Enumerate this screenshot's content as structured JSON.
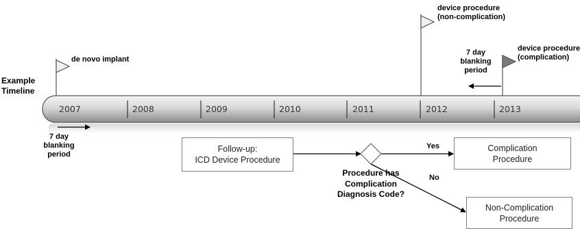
{
  "timeline_label": [
    "Example",
    "Timeline"
  ],
  "years": [
    "2007",
    "2008",
    "2009",
    "2010",
    "2011",
    "2012",
    "2013"
  ],
  "flags": {
    "de_novo": "de novo implant",
    "noncomp": [
      "device procedure",
      "(non-complication)"
    ],
    "comp": [
      "device procedure",
      "(complication)"
    ]
  },
  "blanking_top": [
    "7 day",
    "blanking",
    "period"
  ],
  "blanking_bottom": [
    "7 day",
    "blanking",
    "period"
  ],
  "flow": {
    "followup": [
      "Follow-up:",
      "ICD Device Procedure"
    ],
    "decision": [
      "Procedure has",
      "Complication",
      "Diagnosis Code?"
    ],
    "yes_label": "Yes",
    "no_label": "No",
    "complication": [
      "Complication",
      "Procedure"
    ],
    "noncomplication": [
      "Non-Complication",
      "Procedure"
    ]
  },
  "colors": {
    "bar_dark": "#8c8c8c",
    "bar_light": "#f2f2f2",
    "flag_light": "#f0f0f0",
    "flag_dark": "#7a7a7a",
    "line": "#000000"
  }
}
